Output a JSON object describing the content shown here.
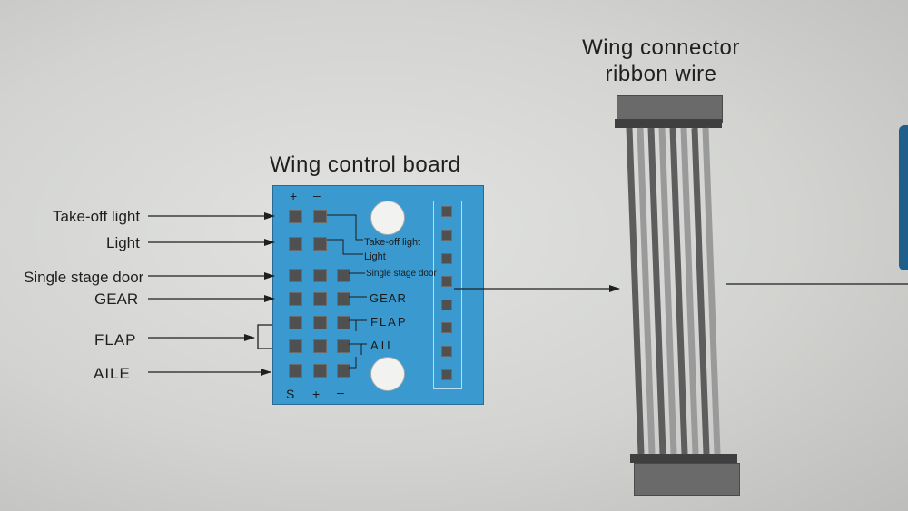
{
  "board": {
    "title": "Wing control board",
    "top_plus": "+",
    "top_minus": "–",
    "bottom_s": "S",
    "bottom_plus": "+",
    "bottom_minus": "–",
    "labels": {
      "takeoff": "Take-off light",
      "light": "Light",
      "door": "Single stage door",
      "gear": "GEAR",
      "flap": "FLAP",
      "ail": "AIL"
    }
  },
  "ribbon": {
    "title_line1": "Wing connector",
    "title_line2": "ribbon wire"
  },
  "side_labels": {
    "takeoff": "Take-off light",
    "light": "Light",
    "door": "Single stage door",
    "gear": "GEAR",
    "flap": "FLAP",
    "aile": "AILE"
  },
  "colors": {
    "board": "#3a9ad0",
    "pad": "#505050",
    "ribbon_wire": "#8c8c8c",
    "ribbon_connector": "#6e6e6e"
  }
}
